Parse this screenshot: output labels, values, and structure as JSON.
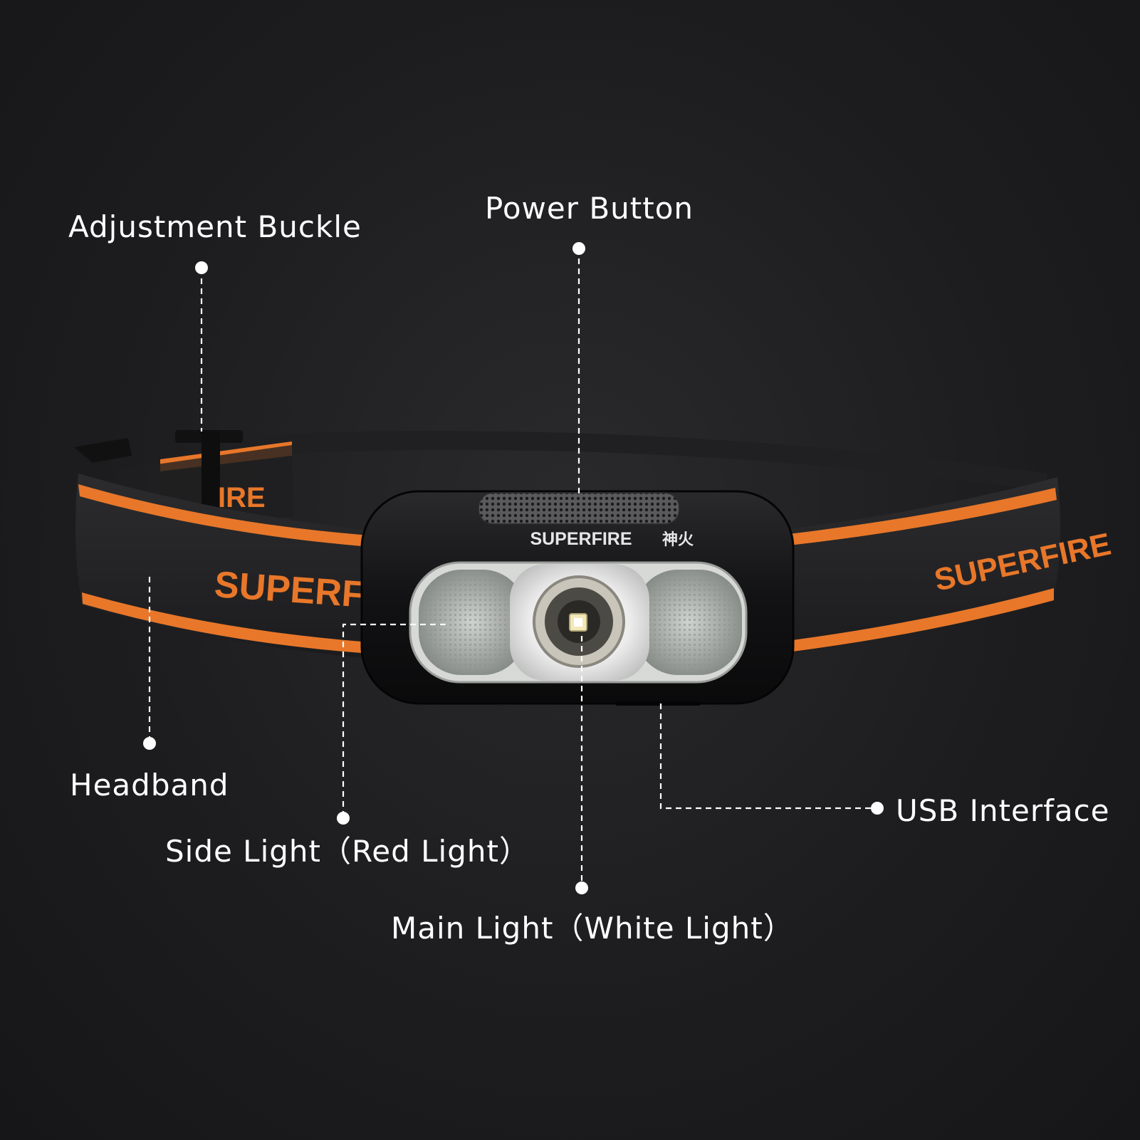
{
  "callouts": {
    "adjustment_buckle": "Adjustment Buckle",
    "power_button": "Power Button",
    "headband": "Headband",
    "side_light": "Side Light（Red Light）",
    "main_light": "Main Light（White Light）",
    "usb_interface": "USB Interface"
  },
  "product": {
    "body_brand": "SUPERFIRE",
    "body_brand_cn": "神火",
    "strap_brand": "SUPERFIRE",
    "strap_brand_partial_left": "IRE"
  },
  "colors": {
    "background": "#1b1b1d",
    "strap": "#242426",
    "strap_stripe": "#e8772a",
    "body": "#101012",
    "label_text": "#ffffff",
    "leader_line": "#ffffff"
  }
}
